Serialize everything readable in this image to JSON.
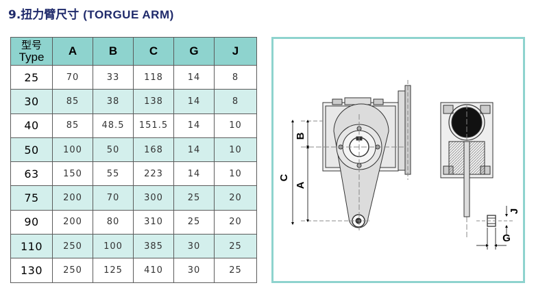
{
  "title": {
    "number": "9.",
    "chinese": "扭力臂尺寸",
    "english": "(TORGUE ARM)"
  },
  "table": {
    "type_header": [
      "型号",
      "Type"
    ],
    "columns": [
      "A",
      "B",
      "C",
      "G",
      "J"
    ],
    "rows": [
      {
        "type": "25",
        "values": [
          "70",
          "33",
          "118",
          "14",
          "8"
        ]
      },
      {
        "type": "30",
        "values": [
          "85",
          "38",
          "138",
          "14",
          "8"
        ]
      },
      {
        "type": "40",
        "values": [
          "85",
          "48.5",
          "151.5",
          "14",
          "10"
        ]
      },
      {
        "type": "50",
        "values": [
          "100",
          "50",
          "168",
          "14",
          "10"
        ]
      },
      {
        "type": "63",
        "values": [
          "150",
          "55",
          "223",
          "14",
          "10"
        ]
      },
      {
        "type": "75",
        "values": [
          "200",
          "70",
          "300",
          "25",
          "20"
        ]
      },
      {
        "type": "90",
        "values": [
          "200",
          "80",
          "310",
          "25",
          "20"
        ]
      },
      {
        "type": "110",
        "values": [
          "250",
          "100",
          "385",
          "30",
          "25"
        ]
      },
      {
        "type": "130",
        "values": [
          "250",
          "125",
          "410",
          "30",
          "25"
        ]
      }
    ]
  },
  "diagram": {
    "labels": {
      "c": "C",
      "b": "B",
      "a": "A",
      "j": "J",
      "g": "G"
    }
  },
  "colors": {
    "header_bg": "#8ed3ce",
    "alt_row_bg": "#d3efec",
    "title": "#1f2a6b",
    "frame": "#8ed3ce"
  }
}
